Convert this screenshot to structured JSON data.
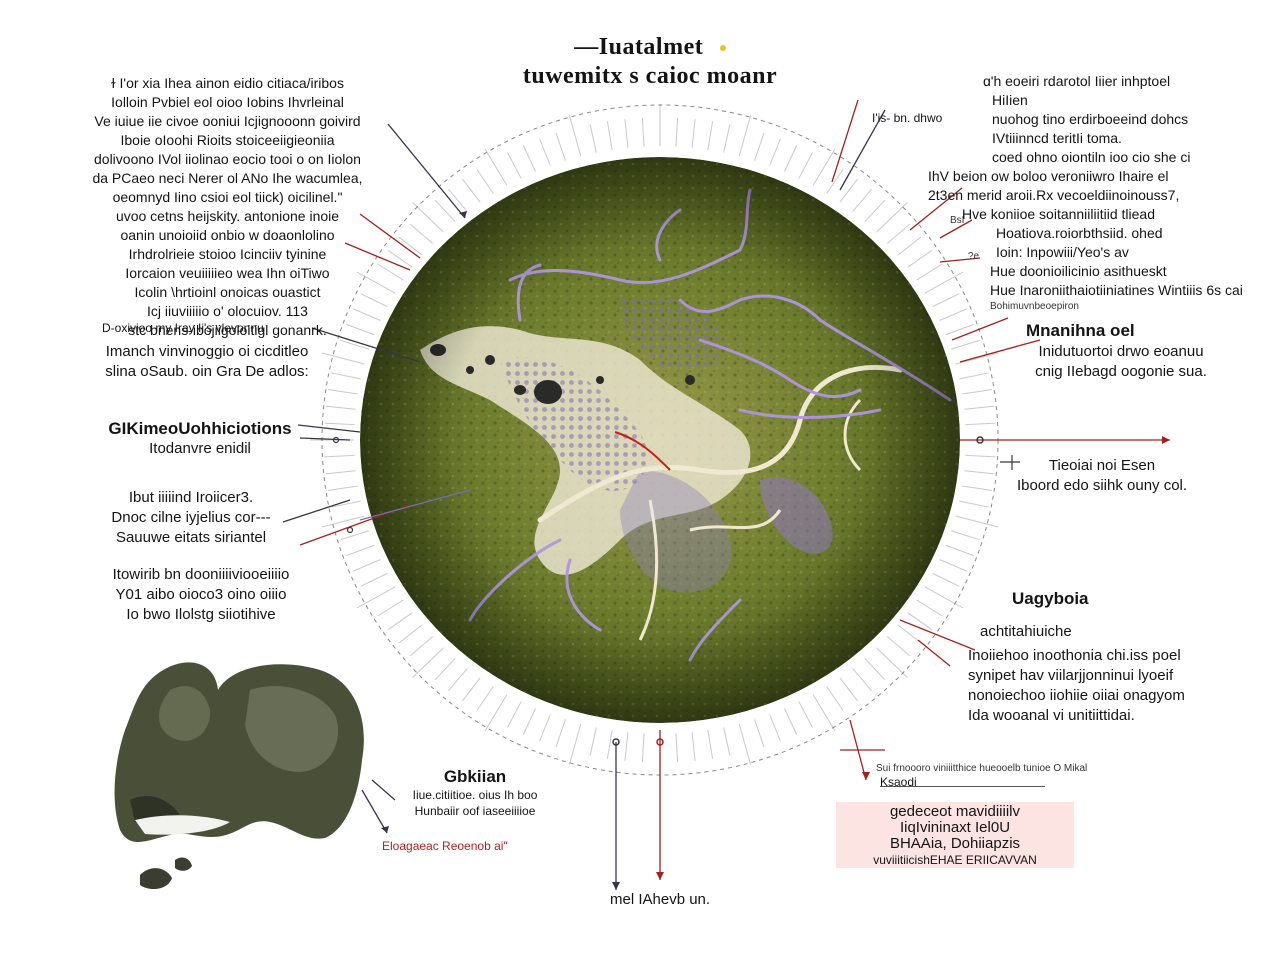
{
  "title": {
    "line1": "—Iuatalmet",
    "line2": "tuwemitx s caioc moanr",
    "dot_color": "#e8c21a"
  },
  "colors": {
    "moss_dark": "#4b5a1c",
    "moss_light": "#7d8a38",
    "vein": "#a889d8",
    "pale_channel": "#f0ead0",
    "leader_red": "#a3201c",
    "leader_dark": "#3a3348",
    "tick": "#c9c9c9"
  },
  "left_top": {
    "lines": [
      "ɫ I'or xia Ihea ainon eidio citiaca/iribos",
      "Iolloin Pvbiel eol oioo Iobins Ihvrleinal",
      "Ve iuiue iie civoe ooniui Icjignooonn goivird",
      "Iboie oIoohi Rioits stoiceeiigieoniia",
      "dolivoono IVol iiolinao eocio tooi o on Iiolon",
      "da PCaeo neci Nerer ol ANo Ihe wacumlea,",
      "oeomnyd Iino csioi eol tiick) oicilinel.\"",
      "uvoo cetns heijskity. antonione inoie",
      "oanin unoioiid onbio w doaonlolino",
      "Irhdrolrieie stoioo Icinciiv tyinine",
      "Iorcaion veuiiiiieo wea Ihn oiTiwo",
      "Icolin \\hrtioinl onoicas ouastict",
      "Icj iiuviiiiio o' olocuiov. 113",
      "stc bnens-ibojiigoloitigl gonanrk."
    ]
  },
  "left_mid": {
    "line_a": "D-oxivioo my Iray Ii's vlevonnu",
    "line_b": "Imanch vinvinoggio oi cicditleo",
    "line_c": "slina oSaub. oin Gra De adlos:"
  },
  "left_heading": {
    "line1": "GIKimeoUohhiciotions",
    "line2": "Itodanvre enidil"
  },
  "left_block3": {
    "lines": [
      "Ibut iiiiind Iroiicer3.",
      "Dnoc cilne iyjelius cor---",
      "Sauuwe eitats siriantel"
    ]
  },
  "left_block4": {
    "lines": [
      "Itowirib bn dooniiiiviooeiiiio",
      "Y01 aibo oioco3 oino oiiio",
      "Io bwo Ilolstg siiotihive"
    ]
  },
  "bottom_left": {
    "heading": "Gbkiian",
    "lines": [
      "Iiue.citiitioe. oius Ih boo",
      "Hunbaiir oof iaseeiiiioe"
    ],
    "red_label": "Eloagaeac Reoenob ai\""
  },
  "bottom_center": {
    "label": "mel IAhevb un."
  },
  "top_mid_right": {
    "label": "I'is- bn. dhwo"
  },
  "right_top": {
    "lines": [
      "ɑ'h eoeiri rdarotol Iiier inhptoel",
      "HiIien",
      "nuohog tino erdirboeeind dohcs",
      "IVtiiinncd teritIi toma.",
      "coed ohno oiontiln ioo cio she ci",
      "IhV beion ow boloo veroniiwro Ihaire el",
      "2t3en merid aroii.Rx vecoeldiinoinouss7,",
      "Hve koniioe soitanniiliitiid tliead",
      "Hoatiova.roiorbthsiid. ohed",
      "Ioin: Inpowiii/Yeo's av",
      "Hue doonioilicinio asithueskt",
      "Hue Inaroniithaiotiiniatines Wintiiis 6s cai",
      "Bohimuvnbeoepiron"
    ],
    "marker_sym": "BsI",
    "marker_b": "?e"
  },
  "right_mid": {
    "heading": "Mnanihna oel",
    "lines": [
      "Inidutuortoi drwo eoanuu",
      "cnig IIebagd oogonie sua."
    ]
  },
  "right_mid2": {
    "lines": [
      "Tieoiai noi Esen",
      "Iboord edo siihk ouny col."
    ]
  },
  "right_low": {
    "heading": "Uagyboia",
    "sub": "achtitahiuiche",
    "lines": [
      "Inoiiehoo inoothonia chi.iss poel",
      "synipet hav viilarjjonninui lyoeif",
      "nonoiechoo iiohiie oiiai onagyom",
      "Ida wooanal vi unitiittidai."
    ]
  },
  "right_bottom": {
    "line_a": "Sui frnoooro viniiitthice hueooelb tunioe O Mikal",
    "line_b": "Ksaodi",
    "pink_lines": [
      "gedeceot mavidiiiilv",
      "IiqIvininaxt Iel0U",
      "BHAAia, Dohiiapzis",
      "vuviiitiicishEHAE ERIICAVVAN"
    ]
  }
}
